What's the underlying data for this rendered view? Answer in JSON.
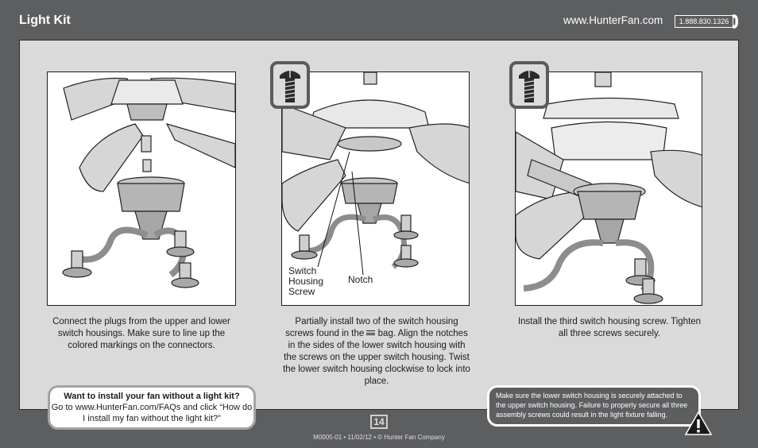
{
  "header": {
    "title": "Light Kit",
    "website": "www.HunterFan.com",
    "phone": "1.888.830.1326"
  },
  "steps": [
    {
      "caption": "Connect the plugs from the upper and lower switch housings. Make sure to line up the colored markings on the connectors."
    },
    {
      "caption_before_icon": "Partially install two of the switch housing screws found in the",
      "caption_after_icon": "bag. Align the notches in the sides of the lower switch housing with the screws on the upper switch housing. Twist the lower switch housing clockwise to lock into place.",
      "callout_labels": {
        "switch_housing_screw": "Switch Housing Screw",
        "notch": "Notch"
      }
    },
    {
      "caption": "Install the third switch housing screw. Tighten all three screws securely."
    }
  ],
  "info_box": {
    "question": "Want to install your fan without a light kit?",
    "answer": "Go to www.HunterFan.com/FAQs and click “How do I install my fan without the light kit?”"
  },
  "warning": {
    "text": "Make sure the lower switch housing is securely attached to the upper switch housing. Failure to properly secure all three assembly screws could result in the light fixture falling."
  },
  "footer": {
    "page_number": "14",
    "doc_info": "M0005-01 • 11/02/12 • © Hunter Fan Company"
  },
  "icons": [
    "phone-icon",
    "screw-icon",
    "bag-icon",
    "warning-icon"
  ],
  "colors": {
    "page_bg": "#5d5e60",
    "panel_bg": "#dadadb",
    "badge_border": "#5b5b5b"
  }
}
